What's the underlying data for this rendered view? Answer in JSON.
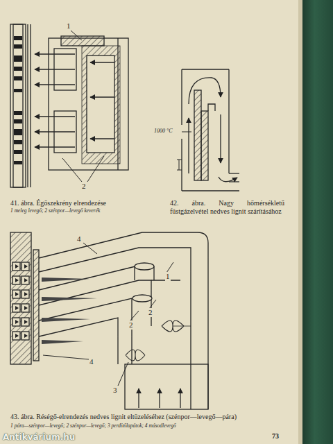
{
  "diagram": {
    "labels": [
      "1",
      "2",
      "41. ábra. Égőszekrény elrendezése",
      "1 meleg levegő; 2 szénpor—levegő keverék",
      "1000 °C",
      "42. ábra. Nagy hőmérsékletű füstgázelvétel nedves lignit szárításához",
      "4",
      "1",
      "2",
      "2",
      "3",
      "4",
      "43. ábra. Réségő-elrendezés nedves lignit eltüzeléséhez (szénpor—levegő—pára)",
      "1 pára—szénpor—levegő; 2 szénpor—levegő; 3 perdítőlapátok; 4 másodlevegő",
      "73",
      "Antikvárium.hu"
    ]
  }
}
